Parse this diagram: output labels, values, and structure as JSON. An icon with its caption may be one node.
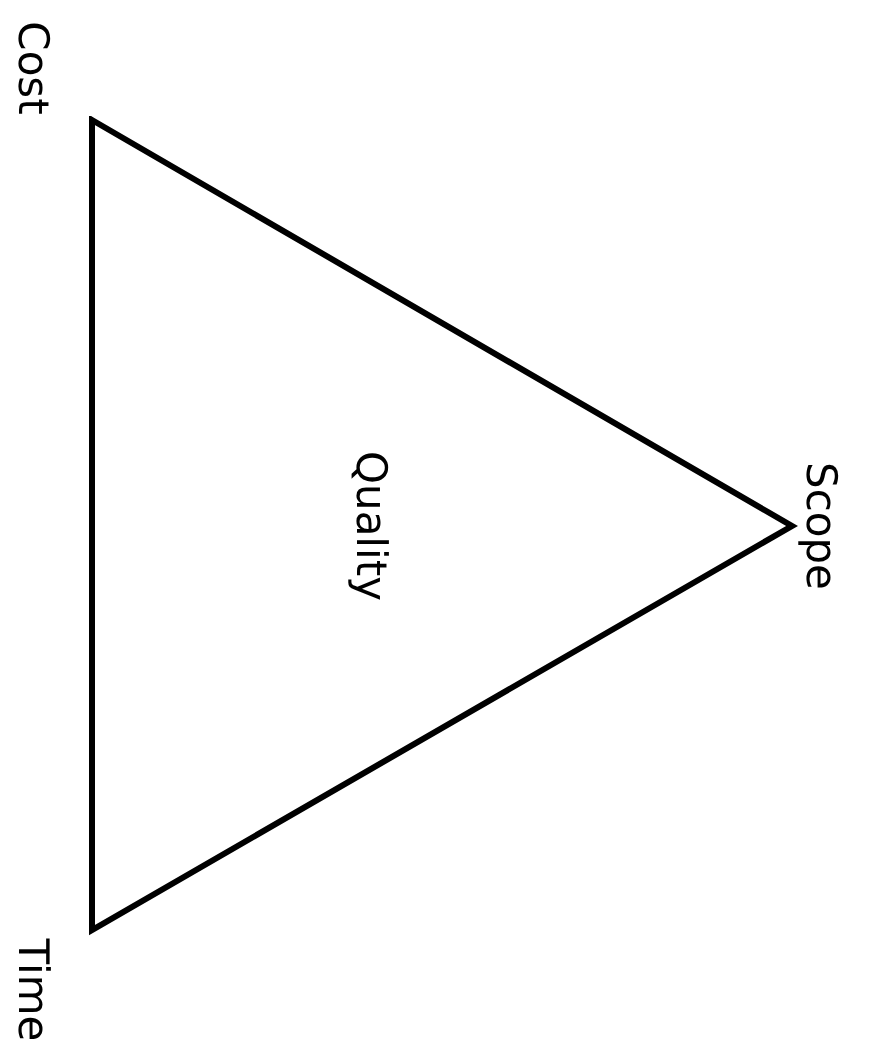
{
  "diagram": {
    "nodes": [
      {
        "text": [
          "Quality"
        ]
      }
    ],
    "labels": [
      "Cost",
      "Scope",
      "Time"
    ]
  }
}
